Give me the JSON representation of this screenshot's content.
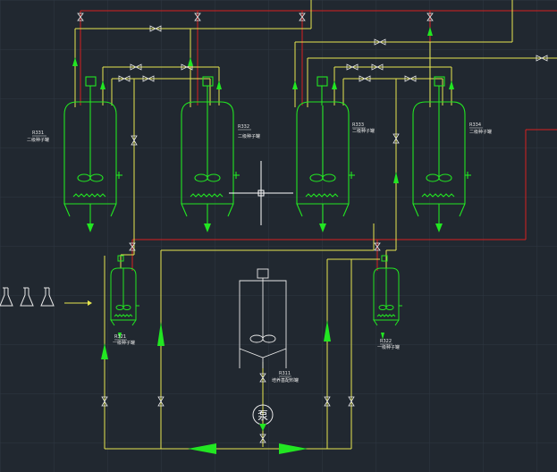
{
  "colors": {
    "background": "#212830",
    "grid": "#2e3742",
    "vessel": "#22e622",
    "pipe_yellow": "#e6e650",
    "pipe_red": "#d82020",
    "text": "#e8e8e8",
    "crosshair": "#ffffff"
  },
  "vessels": [
    {
      "id": "R331",
      "code": "R331",
      "desc": "二级种子罐"
    },
    {
      "id": "R332",
      "code": "R332",
      "desc": "二级种子罐"
    },
    {
      "id": "R333",
      "code": "R333",
      "desc": "二级种子罐"
    },
    {
      "id": "R334",
      "code": "R334",
      "desc": "二级种子罐"
    },
    {
      "id": "R321",
      "code": "R321",
      "desc": "一级种子罐"
    },
    {
      "id": "R322",
      "code": "R322",
      "desc": "一级种子罐"
    },
    {
      "id": "R311",
      "code": "R311",
      "desc": "培养基配料罐"
    }
  ],
  "pump": {
    "label": "泵"
  },
  "icons": [
    "flask-icon",
    "valve-icon",
    "agitator-icon",
    "crosshair-icon"
  ]
}
